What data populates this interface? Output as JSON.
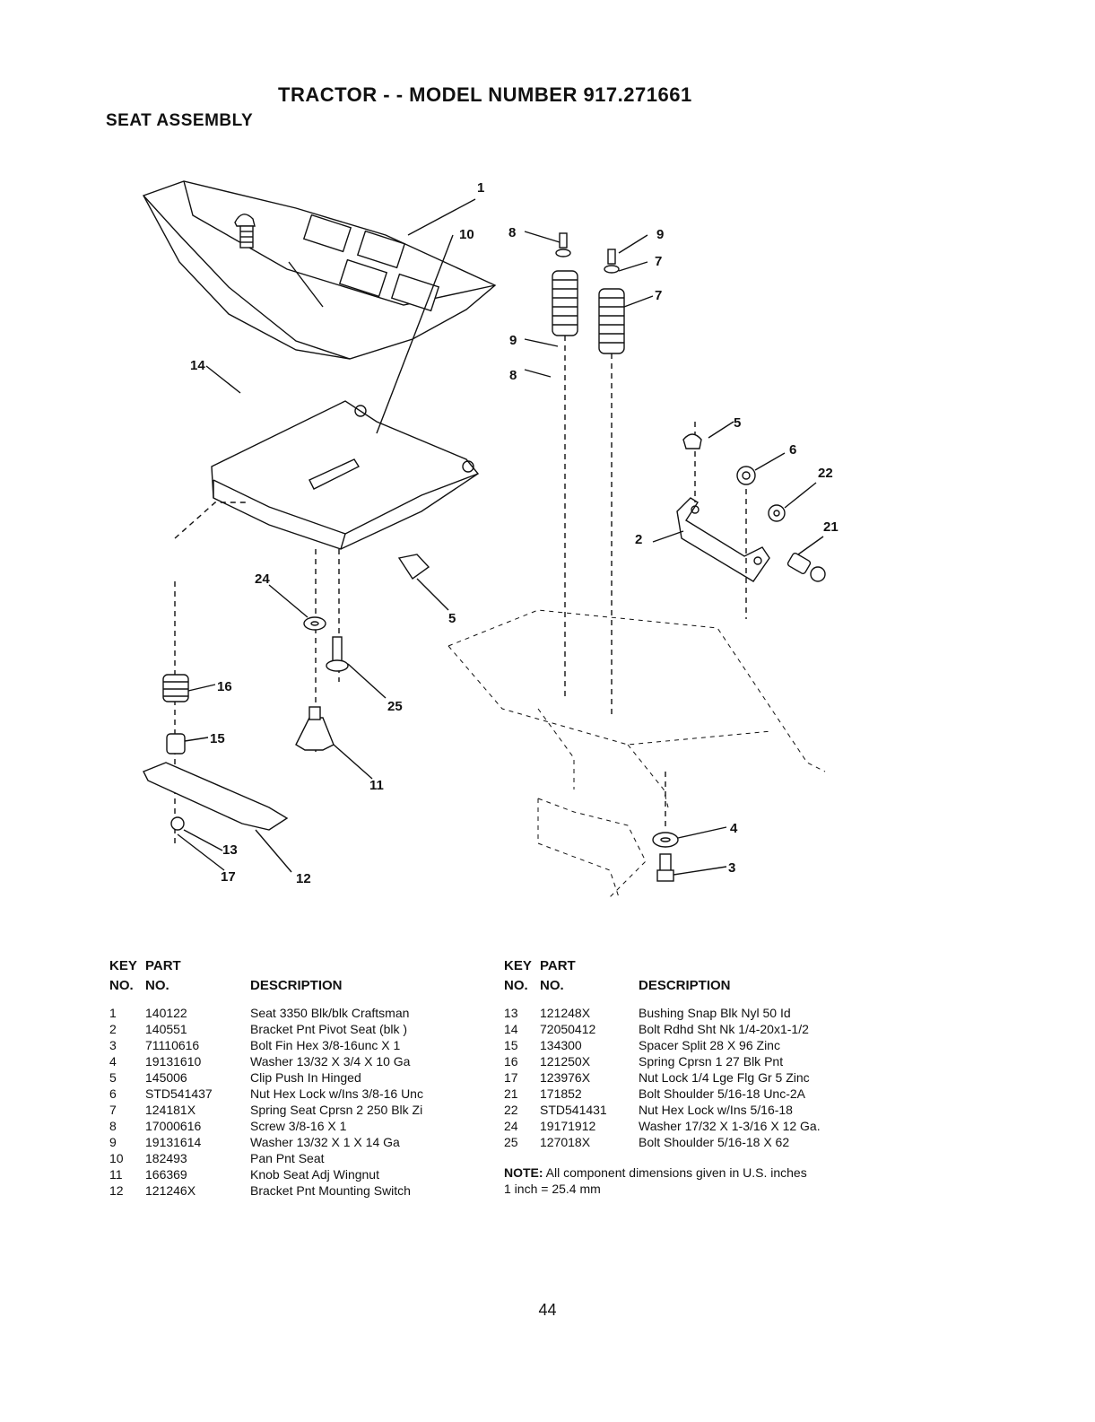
{
  "header": {
    "title": "TRACTOR - - MODEL NUMBER 917.271661",
    "subtitle": "SEAT ASSEMBLY"
  },
  "diagram": {
    "callouts": [
      "1",
      "8",
      "9",
      "8",
      "9",
      "7",
      "7",
      "5",
      "6",
      "22",
      "21",
      "2",
      "14",
      "10",
      "24",
      "5",
      "16",
      "25",
      "15",
      "11",
      "13",
      "17",
      "12",
      "4",
      "3"
    ]
  },
  "table_headers": {
    "key_line1": "KEY",
    "key_line2": "NO.",
    "part_line1": "PART",
    "part_line2": "NO.",
    "description": "DESCRIPTION"
  },
  "parts_left": [
    {
      "key": "1",
      "part": "140122",
      "description": "Seat 3350 Blk/blk Craftsman"
    },
    {
      "key": "2",
      "part": "140551",
      "description": "Bracket Pnt Pivot Seat (blk )"
    },
    {
      "key": "3",
      "part": "71110616",
      "description": "Bolt Fin Hex 3/8-16unc X 1"
    },
    {
      "key": "4",
      "part": "19131610",
      "description": "Washer 13/32 X 3/4 X 10 Ga"
    },
    {
      "key": "5",
      "part": "145006",
      "description": "Clip Push In Hinged"
    },
    {
      "key": "6",
      "part": "STD541437",
      "description": "Nut Hex Lock w/Ins 3/8-16 Unc"
    },
    {
      "key": "7",
      "part": "124181X",
      "description": "Spring Seat Cprsn 2 250 Blk Zi"
    },
    {
      "key": "8",
      "part": "17000616",
      "description": "Screw 3/8-16 X 1"
    },
    {
      "key": "9",
      "part": "19131614",
      "description": "Washer 13/32 X 1 X 14 Ga"
    },
    {
      "key": "10",
      "part": "182493",
      "description": "Pan Pnt Seat"
    },
    {
      "key": "11",
      "part": "166369",
      "description": "Knob Seat Adj Wingnut"
    },
    {
      "key": "12",
      "part": "121246X",
      "description": "Bracket Pnt Mounting Switch"
    }
  ],
  "parts_right": [
    {
      "key": "13",
      "part": "121248X",
      "description": "Bushing Snap Blk Nyl 50 Id"
    },
    {
      "key": "14",
      "part": "72050412",
      "description": "Bolt Rdhd Sht Nk 1/4-20x1-1/2"
    },
    {
      "key": "15",
      "part": "134300",
      "description": "Spacer Split 28 X 96 Zinc"
    },
    {
      "key": "16",
      "part": "121250X",
      "description": "Spring Cprsn 1 27 Blk Pnt"
    },
    {
      "key": "17",
      "part": "123976X",
      "description": "Nut Lock 1/4 Lge Flg Gr 5 Zinc"
    },
    {
      "key": "21",
      "part": "171852",
      "description": "Bolt Shoulder 5/16-18 Unc-2A"
    },
    {
      "key": "22",
      "part": "STD541431",
      "description": "Nut Hex Lock w/Ins 5/16-18"
    },
    {
      "key": "24",
      "part": "19171912",
      "description": "Washer 17/32 X 1-3/16 X 12 Ga."
    },
    {
      "key": "25",
      "part": "127018X",
      "description": "Bolt Shoulder 5/16-18 X 62"
    }
  ],
  "note": {
    "label": "NOTE:",
    "text": " All component dimensions given in U.S. inches",
    "conversion": "1 inch = 25.4 mm"
  },
  "footer": {
    "page_number": "44"
  }
}
